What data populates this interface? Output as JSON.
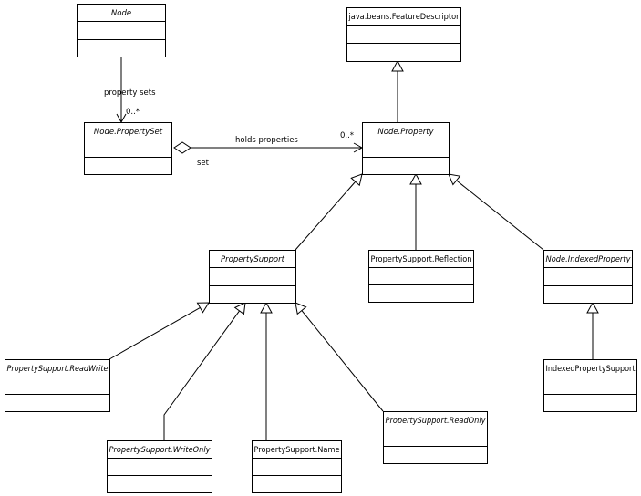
{
  "diagram": {
    "classes": [
      {
        "id": "node",
        "name": "Node",
        "italic": true
      },
      {
        "id": "feature_descriptor",
        "name": "java.beans.FeatureDescriptor",
        "italic": false
      },
      {
        "id": "node_property_set",
        "name": "Node.PropertySet",
        "italic": true
      },
      {
        "id": "node_property",
        "name": "Node.Property",
        "italic": true
      },
      {
        "id": "property_support",
        "name": "PropertySupport",
        "italic": true
      },
      {
        "id": "ps_reflection",
        "name": "PropertySupport.Reflection",
        "italic": false
      },
      {
        "id": "node_indexed_property",
        "name": "Node.IndexedProperty",
        "italic": true
      },
      {
        "id": "ps_read_write",
        "name": "PropertySupport.ReadWrite",
        "italic": true
      },
      {
        "id": "indexed_property_support",
        "name": "IndexedPropertySupport",
        "italic": false
      },
      {
        "id": "ps_write_only",
        "name": "PropertySupport.WriteOnly",
        "italic": true
      },
      {
        "id": "ps_name",
        "name": "PropertySupport.Name",
        "italic": false
      },
      {
        "id": "ps_read_only",
        "name": "PropertySupport.ReadOnly",
        "italic": true
      }
    ],
    "relations": [
      {
        "id": "r_sets",
        "type": "association",
        "from": "node",
        "to": "node_property_set",
        "label": "property sets",
        "multiplicity": "0..*"
      },
      {
        "id": "r_holds",
        "type": "aggregation",
        "from": "node_property_set",
        "to": "node_property",
        "label": "holds properties",
        "source_label": "set",
        "multiplicity": "0..*"
      },
      {
        "id": "r_prop_fd",
        "type": "generalization",
        "from": "node_property",
        "to": "feature_descriptor"
      },
      {
        "id": "r_ps_prop",
        "type": "generalization",
        "from": "property_support",
        "to": "node_property"
      },
      {
        "id": "r_refl_prop",
        "type": "generalization",
        "from": "ps_reflection",
        "to": "node_property"
      },
      {
        "id": "r_idx_prop",
        "type": "generalization",
        "from": "node_indexed_property",
        "to": "node_property"
      },
      {
        "id": "r_rw_ps",
        "type": "generalization",
        "from": "ps_read_write",
        "to": "property_support"
      },
      {
        "id": "r_wo_ps",
        "type": "generalization",
        "from": "ps_write_only",
        "to": "property_support"
      },
      {
        "id": "r_name_ps",
        "type": "generalization",
        "from": "ps_name",
        "to": "property_support"
      },
      {
        "id": "r_ro_ps",
        "type": "generalization",
        "from": "ps_read_only",
        "to": "property_support"
      },
      {
        "id": "r_ips_idx",
        "type": "generalization",
        "from": "indexed_property_support",
        "to": "node_indexed_property"
      }
    ]
  }
}
